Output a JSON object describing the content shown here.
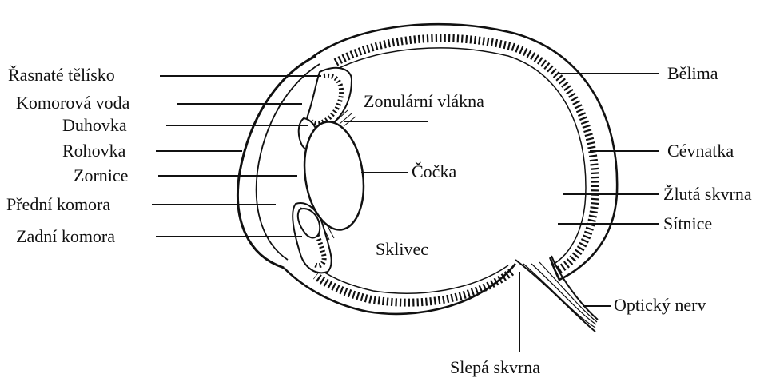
{
  "diagram": {
    "colors": {
      "ink": "#111111",
      "background": "#ffffff"
    },
    "labels": {
      "rasnate_telisko": "Řasnaté tělísko",
      "komorova_voda": "Komorová voda",
      "duhovka": "Duhovka",
      "rohovka": "Rohovka",
      "zornice": "Zornice",
      "predni_komora": "Přední komora",
      "zadni_komora": "Zadní komora",
      "zonularni_vlakna": "Zonulární vlákna",
      "cocka": "Čočka",
      "sklivec": "Sklivec",
      "belima": "Bělima",
      "cevnatka": "Cévnatka",
      "zluta_skvrna": "Žlutá skvrna",
      "sitnice": "Sítnice",
      "opticky_nerv": "Optický nerv",
      "slepa_skvrna": "Slepá skvrna"
    }
  }
}
